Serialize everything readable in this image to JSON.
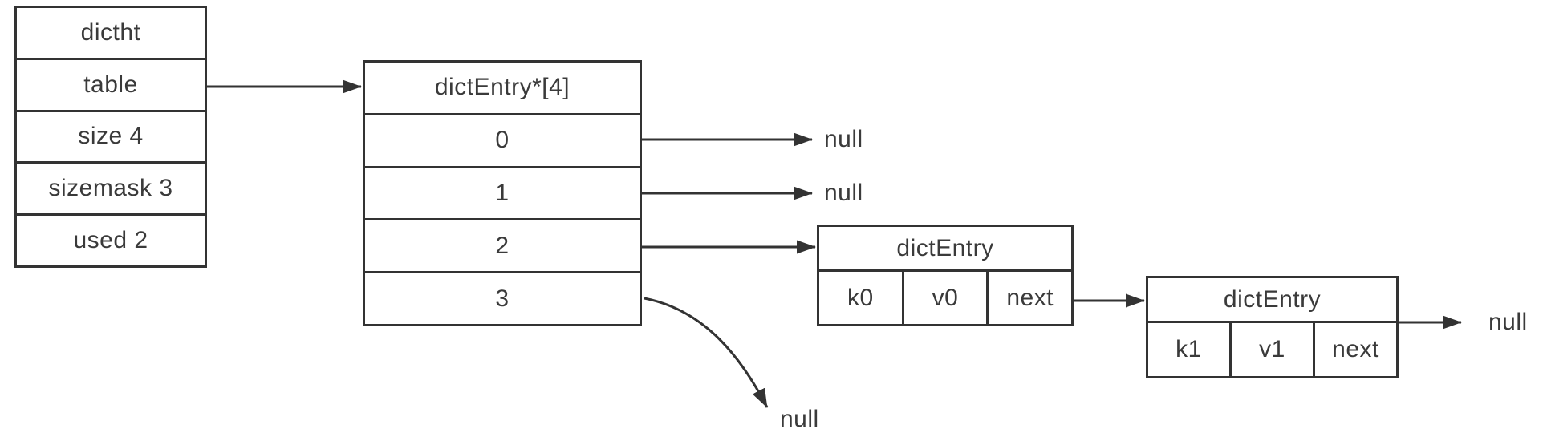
{
  "colors": {
    "stroke": "#333333",
    "text": "#3a3a3a",
    "background": "#ffffff"
  },
  "dictht": {
    "rows": [
      "dictht",
      "table",
      "size 4",
      "sizemask 3",
      "used 2"
    ]
  },
  "bucket": {
    "header": "dictEntry*[4]",
    "slots": [
      "0",
      "1",
      "2",
      "3"
    ]
  },
  "entries": [
    {
      "header": "dictEntry",
      "cells": [
        "k0",
        "v0",
        "next"
      ]
    },
    {
      "header": "dictEntry",
      "cells": [
        "k1",
        "v1",
        "next"
      ]
    }
  ],
  "nulls": [
    "null",
    "null",
    "null",
    "null"
  ]
}
